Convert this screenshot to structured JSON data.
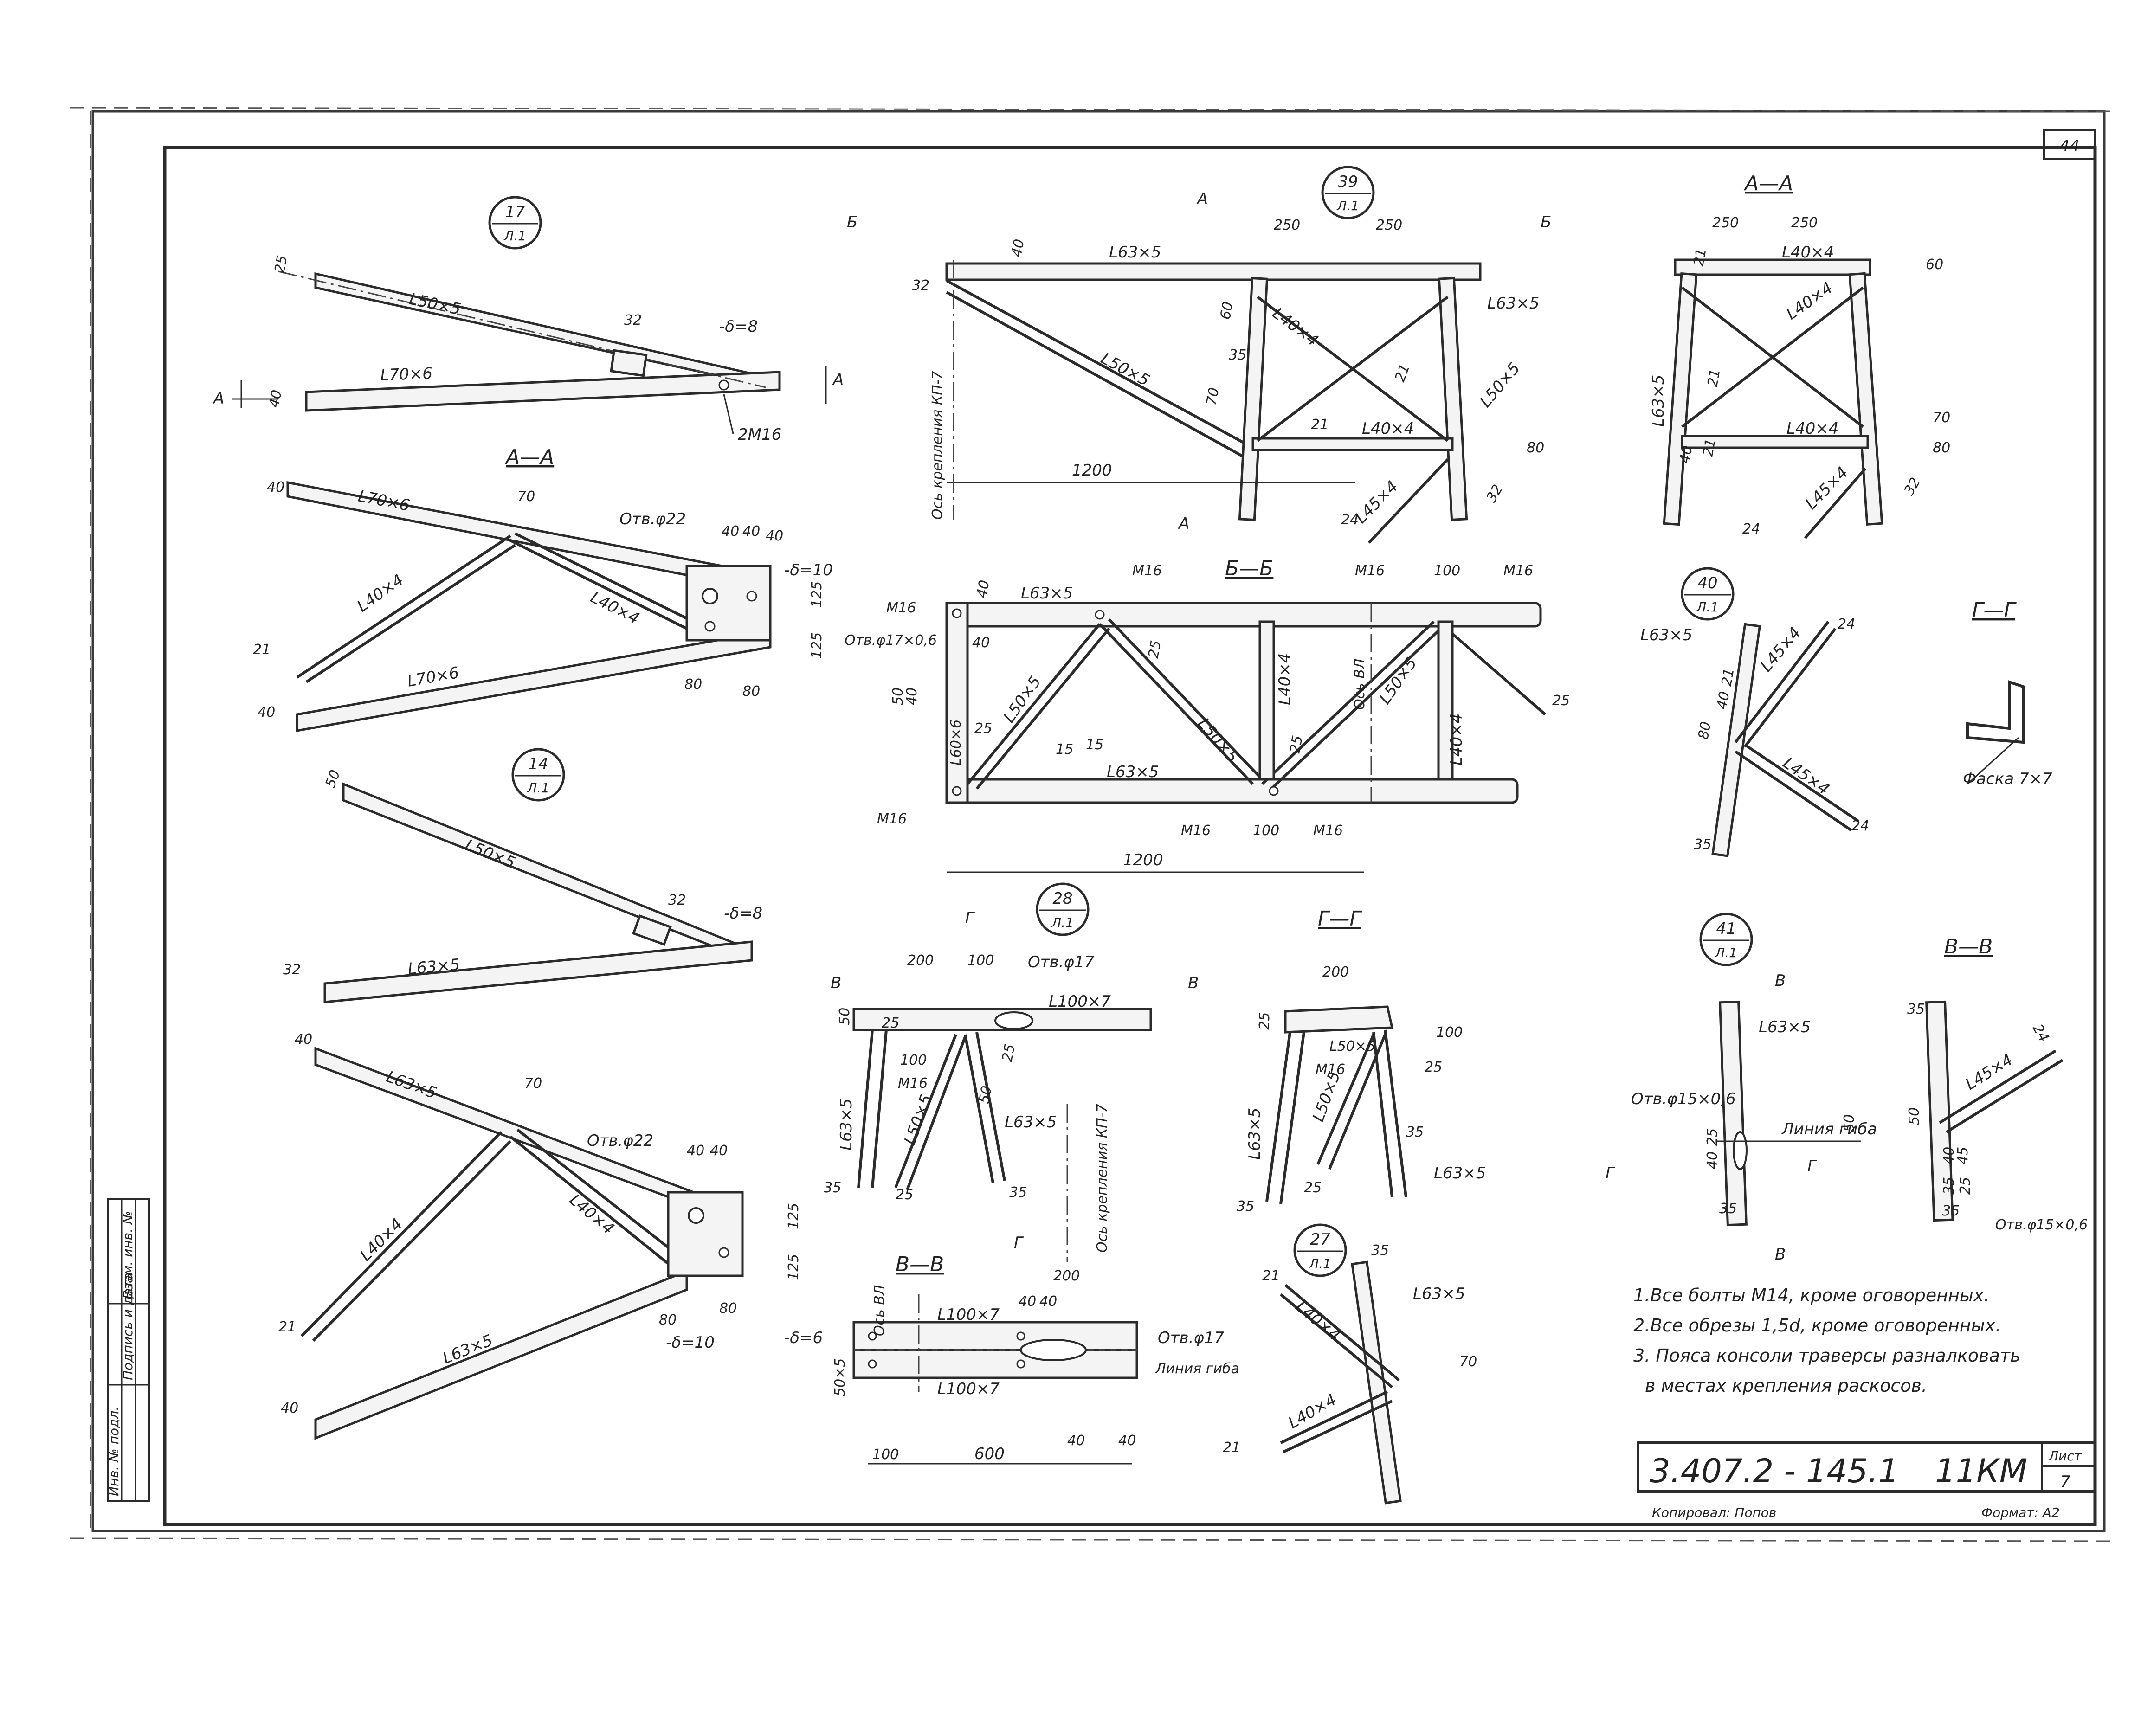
{
  "sheet_number_top": "44",
  "stamp": {
    "code": "3.407.2 - 145.1",
    "mark": "11КМ",
    "list_label": "Лист",
    "list_value": "7",
    "copied_by": "Копировал: Попов",
    "format": "Формат: А2"
  },
  "side_stamp": [
    "Инв. № подл.",
    "Подпись и дата",
    "Взам. инв. №"
  ],
  "notes": [
    "1.Все болты М14, кроме оговоренных.",
    "2.Все обрезы 1,5d, кроме оговоренных.",
    "3. Пояса консоли траверсы разналковать",
    "в местах крепления раскосов."
  ],
  "details": {
    "n17": {
      "num": "17",
      "sheet": "Л.1",
      "section_mark": "А",
      "labels": [
        "L50×5",
        "L70×6",
        "-δ=8",
        "2М16",
        "32",
        "25",
        "40"
      ]
    },
    "aa_left": {
      "title": "А—А",
      "labels": [
        "L70×6",
        "L70×6",
        "L40×4",
        "L40×4",
        "Отв.φ22",
        "-δ=10",
        "70",
        "40",
        "40",
        "40",
        "125",
        "125",
        "21",
        "40",
        "80",
        "80",
        "40"
      ]
    },
    "n14": {
      "num": "14",
      "sheet": "Л.1",
      "labels": [
        "L50×5",
        "L63×5",
        "-δ=8",
        "32",
        "32",
        "50"
      ]
    },
    "lower_left": {
      "labels": [
        "L63×5",
        "L63×5",
        "L40×4",
        "L40×4",
        "Отв.φ22",
        "-δ=10",
        "70",
        "40",
        "40",
        "40",
        "125",
        "125",
        "21",
        "80",
        "80",
        "40"
      ]
    },
    "n39": {
      "num": "39",
      "sheet": "Л.1",
      "section_b": "Б",
      "section_a": "А",
      "labels": [
        "L63×5",
        "L50×5",
        "L40×4",
        "L63×5",
        "L40×4",
        "L50×5",
        "L45×4",
        "250",
        "250",
        "40",
        "32",
        "60",
        "35",
        "21",
        "21",
        "70",
        "1200",
        "80",
        "32",
        "24"
      ],
      "axis_label": "Ось крепления КП-7"
    },
    "aa_right": {
      "title": "А—А",
      "labels": [
        "L40×4",
        "L40×4",
        "L40×4",
        "L63×5",
        "L45×4",
        "250",
        "250",
        "21",
        "60",
        "21",
        "21",
        "70",
        "80",
        "32",
        "24",
        "40"
      ]
    },
    "bb": {
      "title": "Б—Б",
      "labels": [
        "М16",
        "L63×5",
        "М16",
        "М16",
        "М16",
        "Отв.φ17×0,6",
        "L50×5",
        "L40×4",
        "L50×5",
        "L50×5",
        "L63×5",
        "L40×4",
        "L60×6",
        "40",
        "40",
        "50",
        "40",
        "25",
        "25",
        "25",
        "15",
        "15",
        "М16",
        "М16",
        "100",
        "М16",
        "100",
        "1200",
        "25"
      ],
      "axis_label": "Ось ВЛ"
    },
    "n40": {
      "num": "40",
      "sheet": "Л.1",
      "labels": [
        "L63×5",
        "L45×4",
        "L45×4",
        "24",
        "21",
        "40",
        "80",
        "35",
        "24"
      ]
    },
    "gg_right": {
      "title": "Г—Г",
      "labels": [
        "Фаска 7×7"
      ]
    },
    "n28": {
      "num": "28",
      "sheet": "Л.1",
      "section_g": "Г",
      "section_v": "В",
      "labels": [
        "200",
        "100",
        "Отв.φ17",
        "L100×7",
        "50",
        "100",
        "М16",
        "L63×5",
        "L50×5",
        "L63×5",
        "25",
        "35",
        "25",
        "35",
        "50",
        "25"
      ],
      "axis_label": "Ось крепления КП-7"
    },
    "vv_left": {
      "title": "В—В",
      "labels": [
        "200",
        "40",
        "40",
        "Ось ВЛ",
        "L100×7",
        "-δ=6",
        "50×5",
        "Отв.φ17",
        "Линия гиба",
        "L100×7",
        "100",
        "600",
        "40",
        "40"
      ]
    },
    "gg_mid": {
      "title": "Г—Г",
      "labels": [
        "200",
        "25",
        "L50×5",
        "100",
        "М16",
        "L63×5",
        "L50×5",
        "25",
        "35",
        "L63×5",
        "35",
        "25"
      ]
    },
    "n27": {
      "num": "27",
      "sheet": "Л.1",
      "labels": [
        "35",
        "L63×5",
        "21",
        "L40×4",
        "70",
        "L40×4",
        "21"
      ]
    },
    "n41": {
      "num": "41",
      "sheet": "Л.1",
      "section_v": "В",
      "section_g": "Г",
      "labels": [
        "L63×5",
        "Отв.φ15×0,6",
        "Линия гиба",
        "40",
        "25",
        "50",
        "35"
      ]
    },
    "vv_right": {
      "title": "В—В",
      "labels": [
        "35",
        "24",
        "L45×4",
        "50",
        "40",
        "45",
        "35",
        "35",
        "25",
        "Отв.φ15×0,6"
      ]
    }
  }
}
